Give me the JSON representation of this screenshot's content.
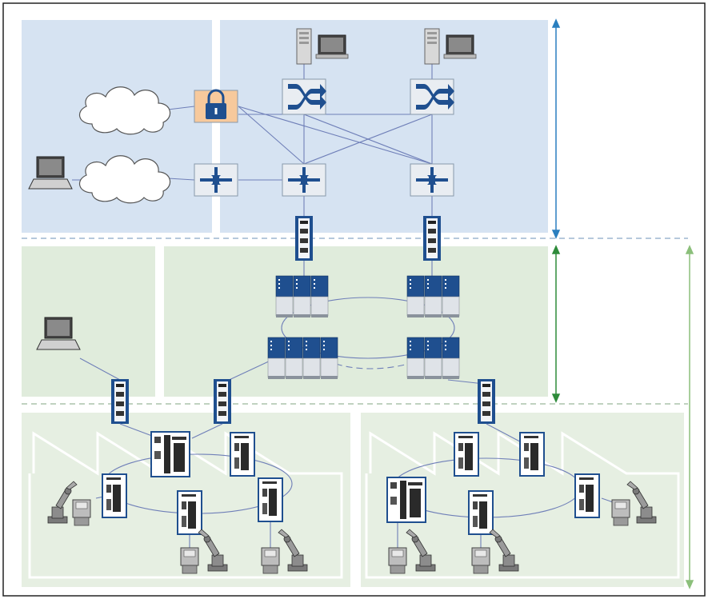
{
  "diagram": {
    "kind": "industrial-network-topology",
    "layers": [
      {
        "id": "office",
        "label": "",
        "color": "#d6e3f2"
      },
      {
        "id": "control",
        "label": "",
        "color": "#e0ecdc"
      },
      {
        "id": "field",
        "label": "",
        "color": "#e6efe2"
      }
    ],
    "colors": {
      "frame": "#222222",
      "office_zone": "#d6e3f2",
      "control_zone": "#e0ecdc",
      "field_zone": "#e6efe2",
      "link": "#6f7fb8",
      "device_blue": "#1f4f8f",
      "device_face": "#e9edf2",
      "firewall_fill": "#f7c99c",
      "arrow_blue": "#2a7fbf",
      "arrow_green": "#2e8b3a",
      "arrow_lightgreen": "#8bbf7a",
      "divider": "#8aa6c8"
    },
    "icons": [
      "cloud-icon",
      "padlock-icon",
      "router-icon",
      "backbone-switch-icon",
      "server-tower-icon",
      "laptop-icon",
      "din-rail-switch-icon",
      "modular-switch-icon",
      "field-switch-icon",
      "robot-arm-icon",
      "hmi-panel-icon",
      "double-arrow-icon"
    ]
  }
}
